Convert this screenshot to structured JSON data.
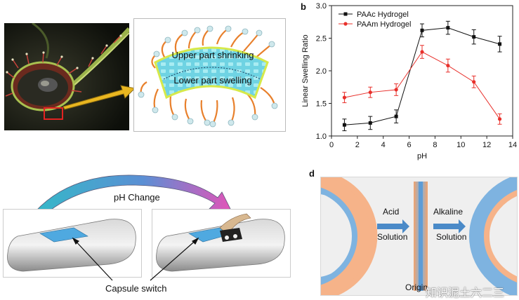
{
  "panel_a": {
    "upper_label": "Upper part shrinking",
    "lower_label": "Lower part swelling"
  },
  "panel_b": {
    "letter": "b",
    "chart_data": {
      "type": "line",
      "xlabel": "pH",
      "ylabel": "Linear Swelling Ratio",
      "xlim": [
        0,
        14
      ],
      "ylim": [
        1.0,
        3.0
      ],
      "xticks": [
        "0",
        "2",
        "4",
        "6",
        "8",
        "10",
        "12",
        "14"
      ],
      "yticks": [
        "1.0",
        "1.5",
        "2.0",
        "2.5",
        "3.0"
      ],
      "legend_position": "top-left",
      "series": [
        {
          "name": "PAAc  Hydrogel",
          "color": "#111111",
          "marker": "square",
          "x": [
            1,
            3,
            5,
            7,
            9,
            11,
            13
          ],
          "y": [
            1.17,
            1.2,
            1.3,
            2.62,
            2.66,
            2.52,
            2.41
          ],
          "err": [
            0.09,
            0.1,
            0.1,
            0.1,
            0.1,
            0.11,
            0.12
          ]
        },
        {
          "name": "PAAm  Hydrogel",
          "color": "#e8302b",
          "marker": "circle",
          "x": [
            1,
            3,
            5,
            7,
            9,
            11,
            13
          ],
          "y": [
            1.59,
            1.67,
            1.71,
            2.29,
            2.08,
            1.83,
            1.26
          ],
          "err": [
            0.08,
            0.08,
            0.09,
            0.1,
            0.1,
            0.09,
            0.08
          ]
        }
      ]
    }
  },
  "panel_c": {
    "arrow_label": "pH Change",
    "caption": "Capsule switch"
  },
  "panel_d": {
    "letter": "d",
    "acid_label_1": "Acid",
    "acid_label_2": "Solution",
    "alkaline_label_1": "Alkaline",
    "alkaline_label_2": "Solution",
    "origin_label": "Origin",
    "watermark": "知识泥土六二三"
  }
}
